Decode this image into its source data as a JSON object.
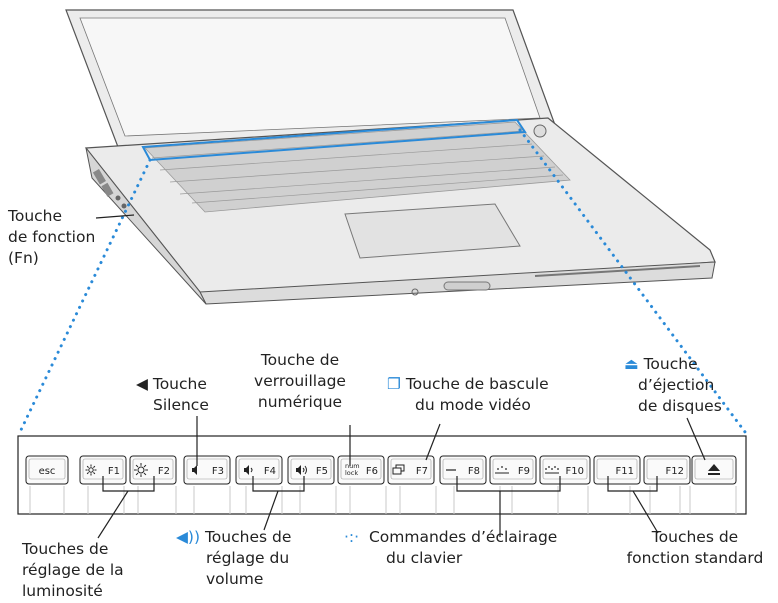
{
  "labels": {
    "fn_key": [
      "Touche",
      "de fonction",
      "(Fn)"
    ],
    "mute": {
      "icon": "◀",
      "lines": [
        "Touche",
        "Silence"
      ]
    },
    "numlock": [
      "Touche de",
      "verrouillage",
      "numérique"
    ],
    "video": {
      "icon": "❐",
      "lines": [
        "Touche de bascule",
        "du mode vidéo"
      ]
    },
    "eject": {
      "icon": "⏏",
      "lines": [
        "Touche",
        "d’éjection",
        "de disques"
      ]
    },
    "brightness": [
      "Touches de",
      "réglage de la",
      "luminosité"
    ],
    "volume": {
      "icon": "◀))",
      "lines": [
        "Touches de",
        "réglage du",
        "volume"
      ]
    },
    "kbd_light": {
      "icon": "·:·",
      "lines": [
        "Commandes d’éclairage",
        "du clavier"
      ]
    },
    "standard": [
      "Touches de",
      "fonction standard"
    ]
  },
  "keys": [
    {
      "name": "esc",
      "text": "esc"
    },
    {
      "name": "f1",
      "text": "F1",
      "icon": "brightness-down-icon"
    },
    {
      "name": "f2",
      "text": "F2",
      "icon": "brightness-up-icon"
    },
    {
      "name": "f3",
      "text": "F3",
      "icon": "mute-icon"
    },
    {
      "name": "f4",
      "text": "F4",
      "icon": "volume-down-icon"
    },
    {
      "name": "f5",
      "text": "F5",
      "icon": "volume-up-icon"
    },
    {
      "name": "f6",
      "text": "F6",
      "icon": "num-lock-icon",
      "icon_text": [
        "num",
        "lock"
      ]
    },
    {
      "name": "f7",
      "text": "F7",
      "icon": "video-mirror-icon"
    },
    {
      "name": "f8",
      "text": "F8",
      "icon": "keyboard-light-off-icon"
    },
    {
      "name": "f9",
      "text": "F9",
      "icon": "keyboard-light-down-icon"
    },
    {
      "name": "f10",
      "text": "F10",
      "icon": "keyboard-light-up-icon"
    },
    {
      "name": "f11",
      "text": "F11"
    },
    {
      "name": "f12",
      "text": "F12"
    },
    {
      "name": "eject",
      "text": "",
      "icon": "eject-icon"
    }
  ],
  "colors": {
    "highlight": "#2a8ad8",
    "line": "#222222"
  }
}
